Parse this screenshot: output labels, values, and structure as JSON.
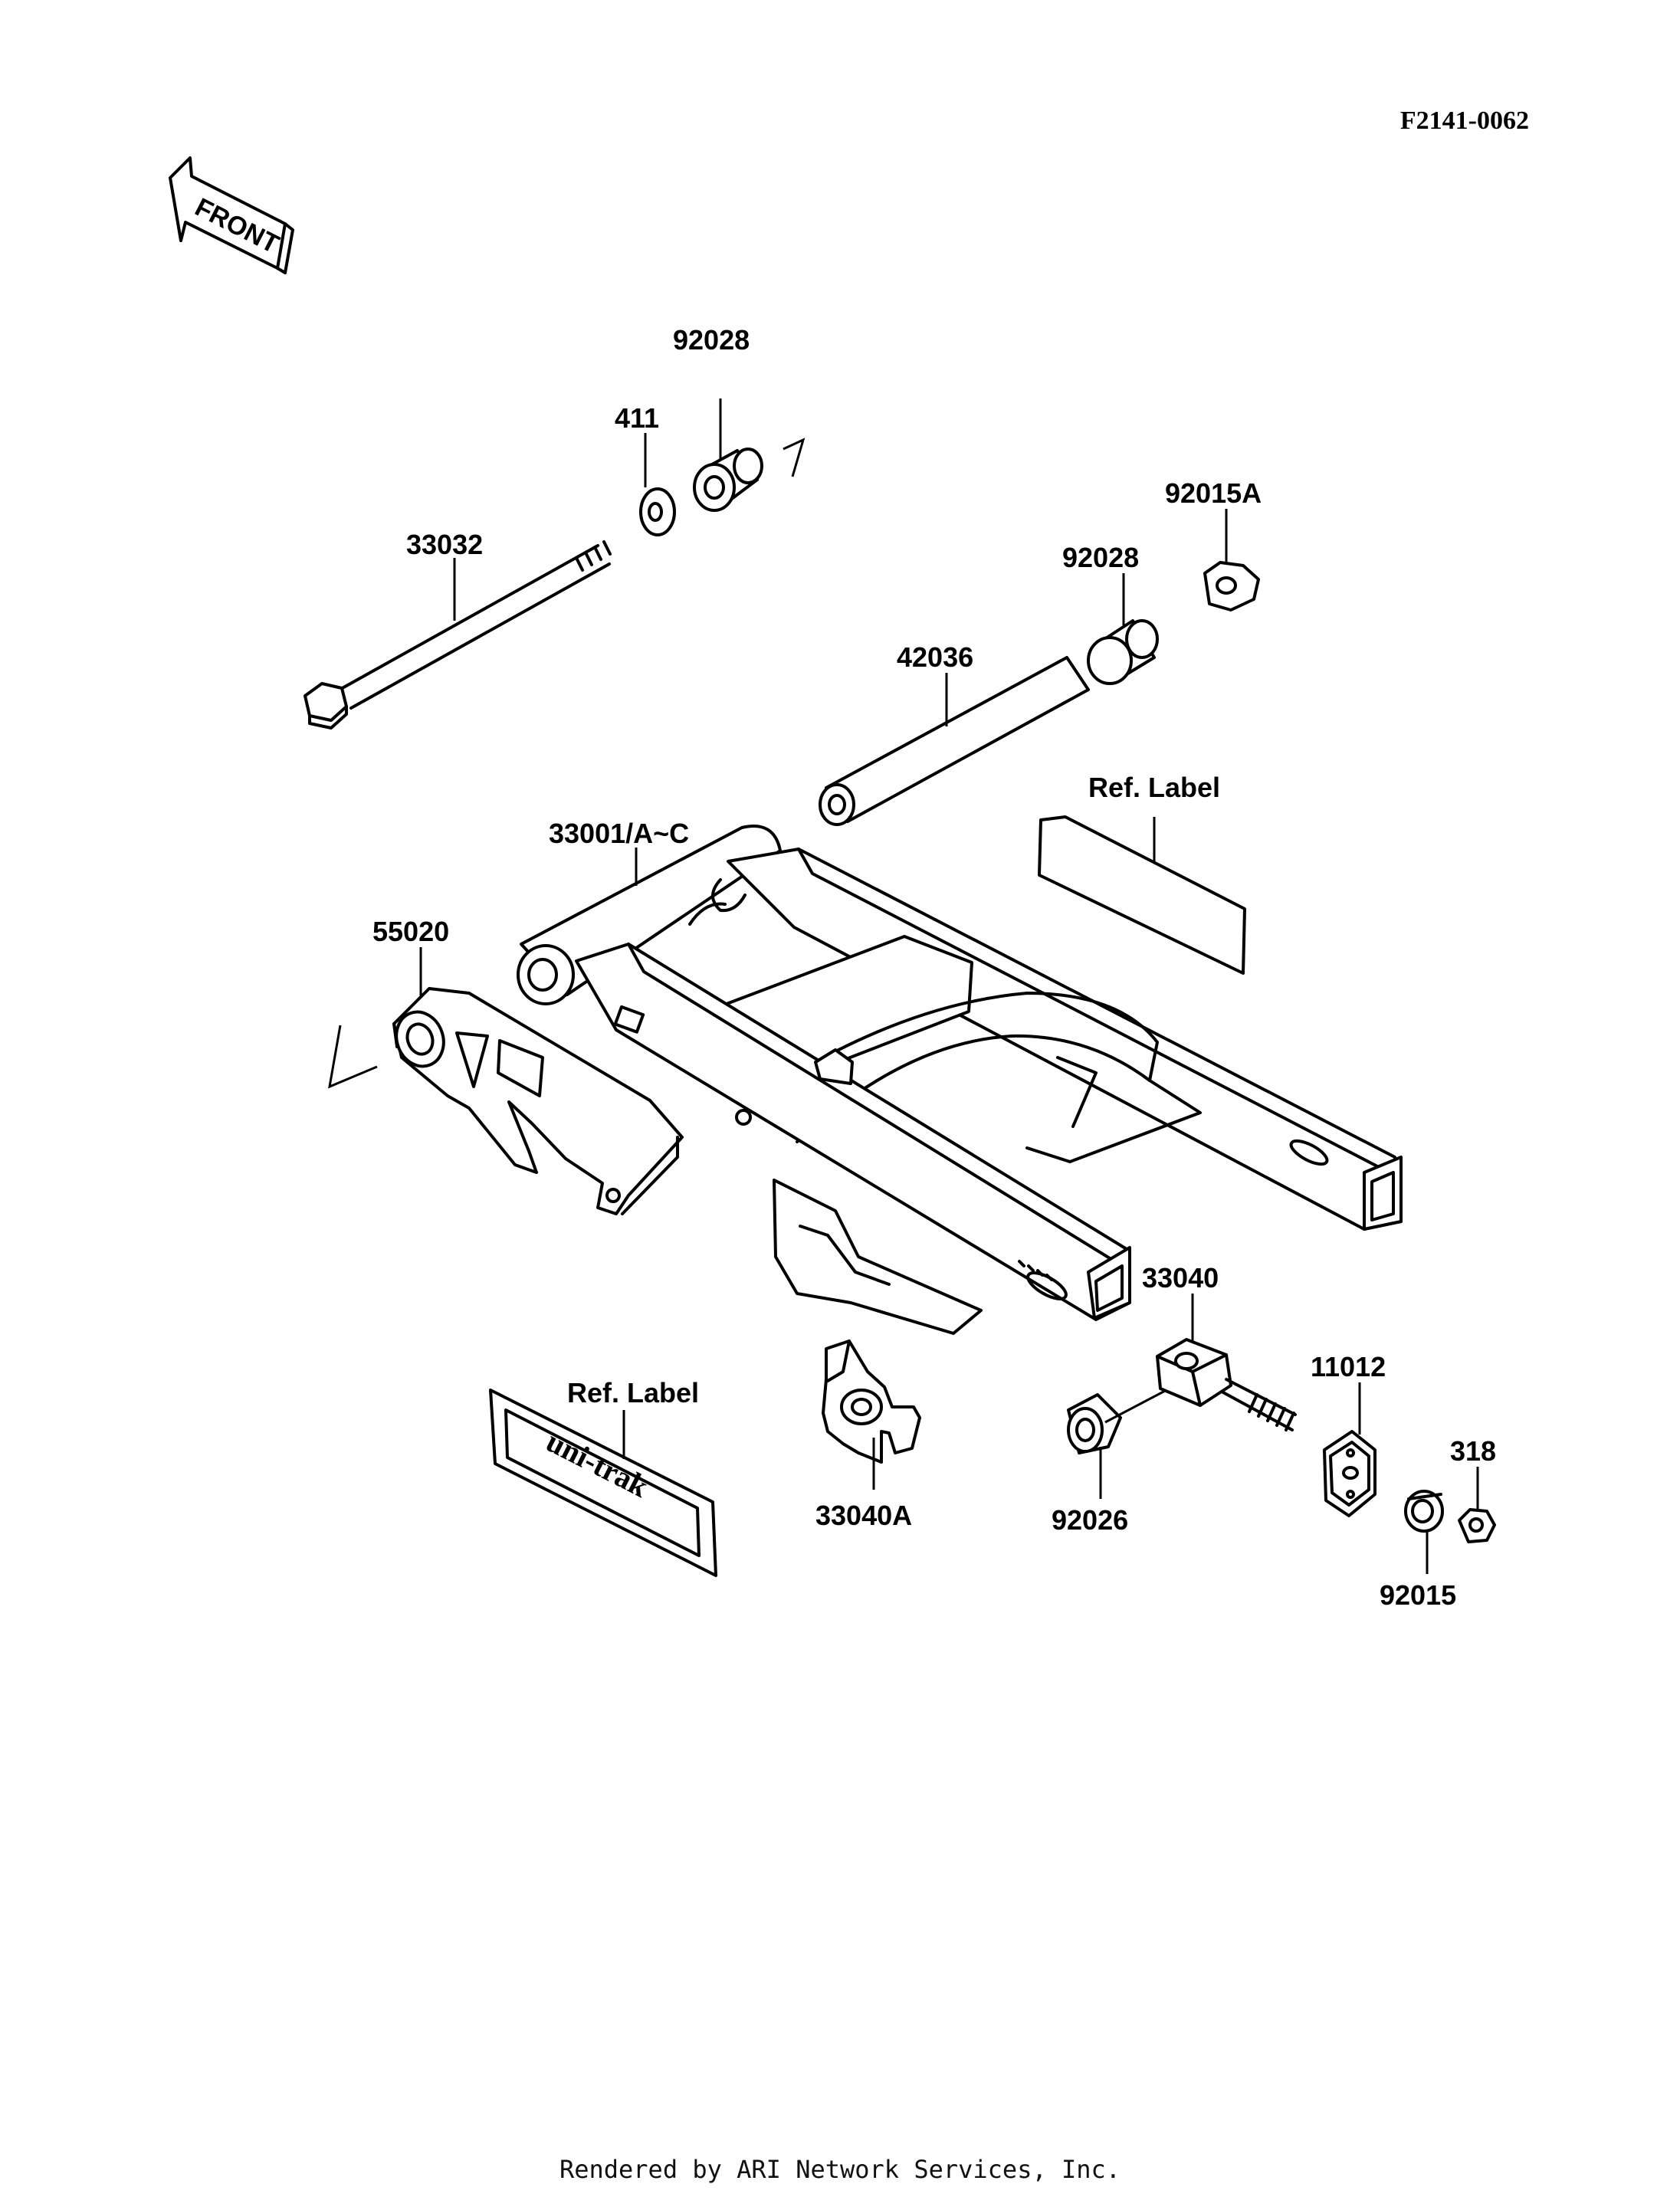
{
  "diagram_code": "F2141-0062",
  "front_arrow_text": "FRONT",
  "parts": {
    "p92028_top": "92028",
    "p411": "411",
    "p33032": "33032",
    "p92015A": "92015A",
    "p92028_right": "92028",
    "p42036": "42036",
    "ref_label_top": "Ref. Label",
    "p33001": "33001/A~C",
    "p55020": "55020",
    "p33040": "33040",
    "p11012": "11012",
    "p318": "318",
    "ref_label_bottom": "Ref. Label",
    "p33040A": "33040A",
    "p92026": "92026",
    "p92015": "92015"
  },
  "sticker_text": "uni-trak",
  "footer": "Rendered by ARI Network Services, Inc."
}
